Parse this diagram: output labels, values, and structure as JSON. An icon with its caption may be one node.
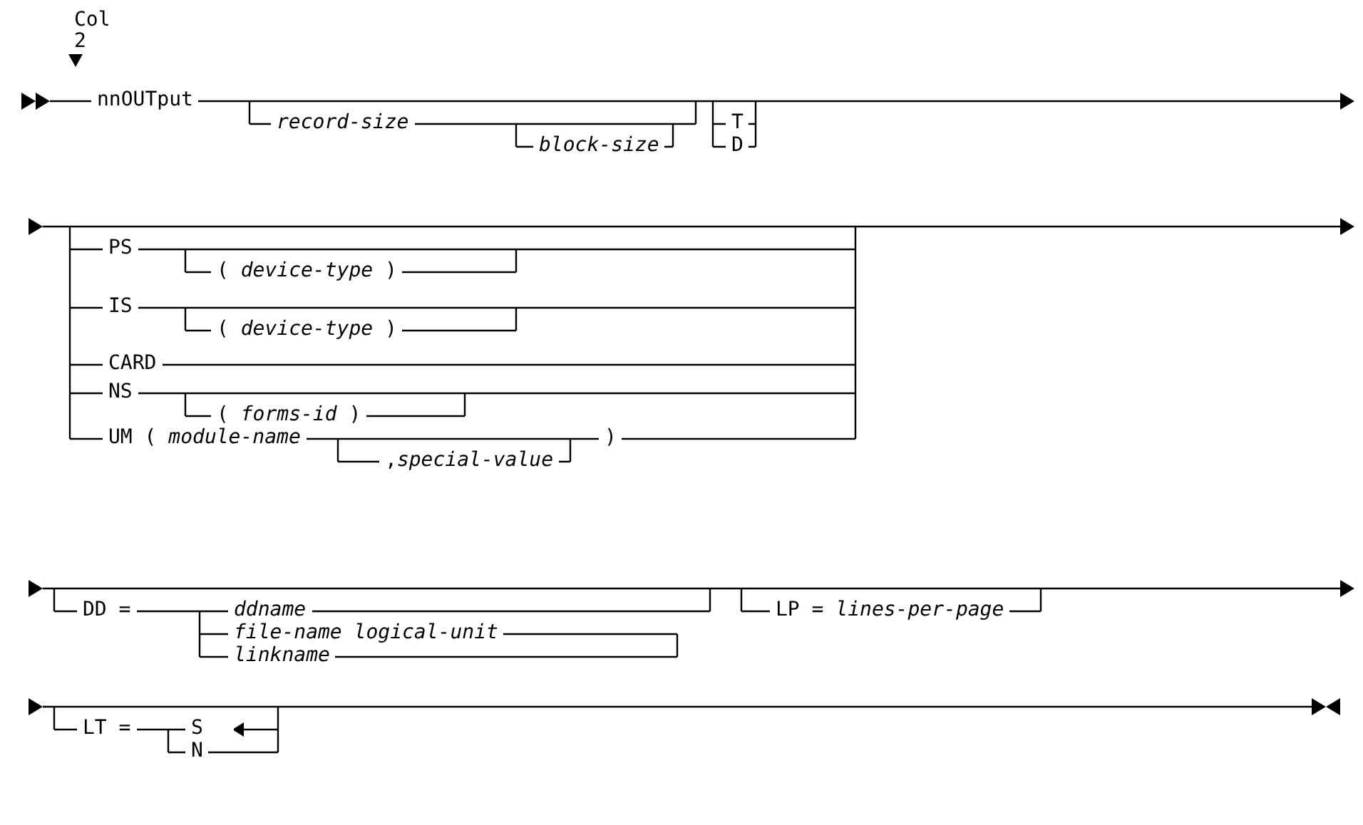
{
  "diagram": {
    "labels": [
      "Col",
      "2",
      "nnOUTput",
      "record-size",
      "block-size",
      "T",
      "D",
      "PS",
      "( *device-type* )",
      "IS",
      "( *device-type* )",
      "CARD",
      "NS",
      "( *forms-id* )",
      "UM ( *module-name*",
      ",*special-value*",
      ")",
      "DD =",
      "ddname",
      "file-name logical-unit",
      "linkname",
      "LP = *lines-per-page*",
      "LT =",
      "S",
      "N"
    ]
  }
}
